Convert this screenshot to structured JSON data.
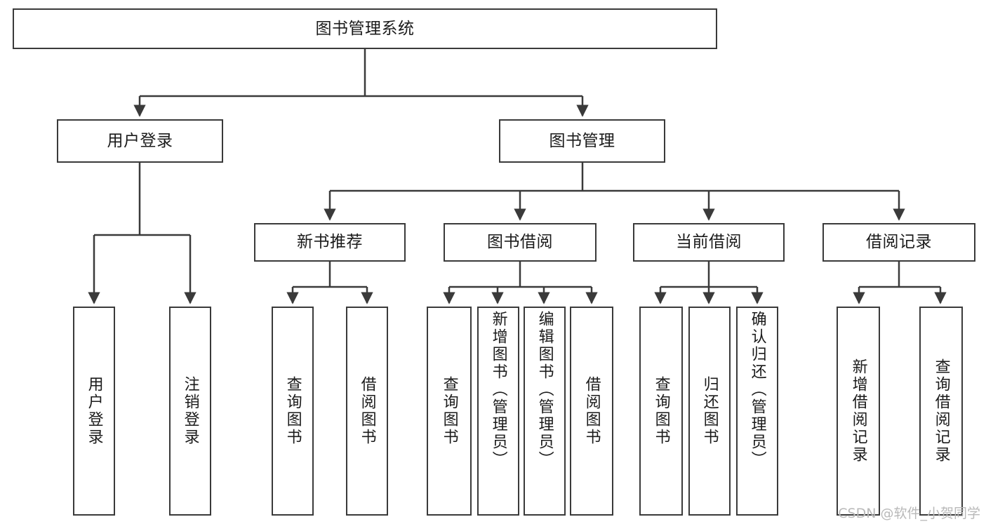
{
  "diagram": {
    "title": "图书管理系统",
    "type": "tree-hierarchy-chart",
    "watermark": "CSDN @软件_小贺同学",
    "colors": {
      "stroke": "#3a3a3a",
      "fill": "#ffffff",
      "text": "#1b1b1b",
      "watermark": "#b9b9b9"
    }
  },
  "nodes": {
    "root": {
      "label": "图书管理系统"
    },
    "level2": [
      {
        "id": "user-login",
        "label": "用户登录"
      },
      {
        "id": "book-manage",
        "label": "图书管理"
      }
    ],
    "level3": [
      {
        "id": "new-book-recommend",
        "label": "新书推荐"
      },
      {
        "id": "book-borrow",
        "label": "图书借阅"
      },
      {
        "id": "current-borrow",
        "label": "当前借阅"
      },
      {
        "id": "borrow-record",
        "label": "借阅记录"
      }
    ],
    "leaves": {
      "user-login": [
        {
          "id": "leaf-user-login",
          "label": "用户登录"
        },
        {
          "id": "leaf-logout-login",
          "label": "注销登录"
        }
      ],
      "new-book-recommend": [
        {
          "id": "leaf-query-book-1",
          "label": "查询图书"
        },
        {
          "id": "leaf-borrow-book-1",
          "label": "借阅图书"
        }
      ],
      "book-borrow": [
        {
          "id": "leaf-query-book-2",
          "label": "查询图书"
        },
        {
          "id": "leaf-add-book-admin",
          "label": "新增图书（管理员）"
        },
        {
          "id": "leaf-edit-book-admin",
          "label": "编辑图书（管理员）"
        },
        {
          "id": "leaf-borrow-book-2",
          "label": "借阅图书"
        }
      ],
      "current-borrow": [
        {
          "id": "leaf-query-book-3",
          "label": "查询图书"
        },
        {
          "id": "leaf-return-book",
          "label": "归还图书"
        },
        {
          "id": "leaf-confirm-return-admin",
          "label": "确认归还（管理员）"
        }
      ],
      "borrow-record": [
        {
          "id": "leaf-add-borrow-record",
          "label": "新增借阅记录"
        },
        {
          "id": "leaf-query-borrow-record",
          "label": "查询借阅记录"
        }
      ]
    }
  }
}
